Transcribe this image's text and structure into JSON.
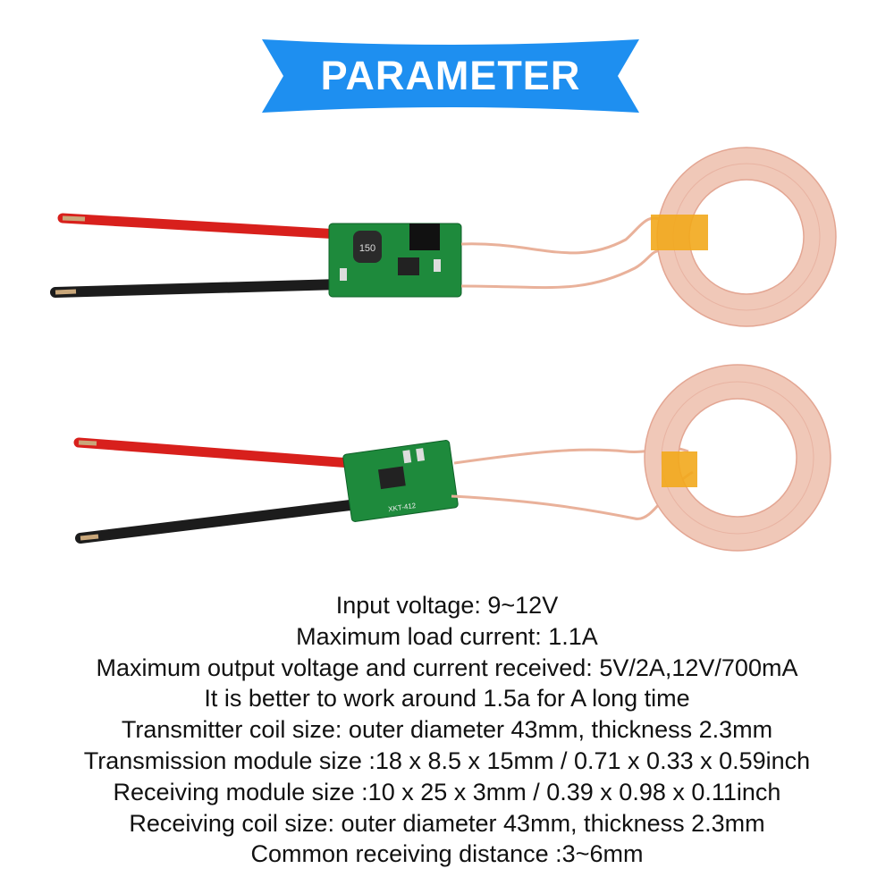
{
  "banner": {
    "title": "PARAMETER",
    "color": "#1e8ff0"
  },
  "pcb_labels": {
    "inductor": "150",
    "receiver": "XKT-412"
  },
  "specs": [
    "Input voltage: 9~12V",
    "Maximum load current: 1.1A",
    "Maximum output voltage and current received: 5V/2A,12V/700mA",
    "It is better to work around 1.5a for A long time",
    "Transmitter coil size: outer diameter 43mm, thickness 2.3mm",
    "Transmission module size :18 x 8.5 x 15mm / 0.71 x 0.33 x 0.59inch",
    "Receiving module size :10 x 25 x 3mm / 0.39 x 0.98 x 0.11inch",
    "Receiving coil size: outer diameter 43mm, thickness 2.3mm",
    "Common receiving distance :3~6mm"
  ]
}
